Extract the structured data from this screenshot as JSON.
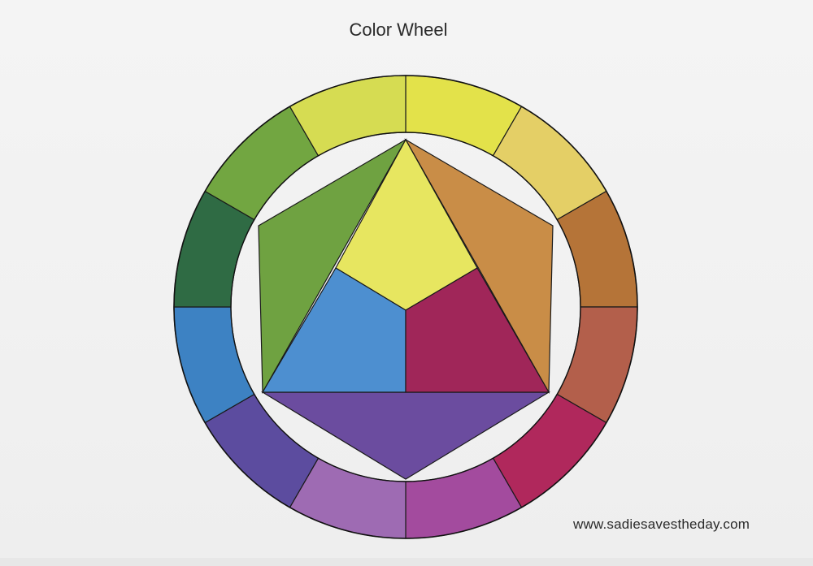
{
  "title": "Color Wheel",
  "url": "www.sadiesavestheday.com",
  "colors": {
    "ring": [
      "#e3e24a",
      "#e4cf66",
      "#b57438",
      "#b35f4b",
      "#b0285c",
      "#a34b9e",
      "#9e6bb3",
      "#5c4c9f",
      "#3d82c3",
      "#2f6b44",
      "#72a641",
      "#d6dc52"
    ],
    "inner_yellow": "#e7e660",
    "inner_blue": "#4d8fd0",
    "inner_red": "#a02659",
    "inner_green": "#6fa241",
    "inner_orange": "#c98d47",
    "inner_violet": "#6b4c9f"
  },
  "icons": {
    "wheel": "color-wheel-painting"
  }
}
